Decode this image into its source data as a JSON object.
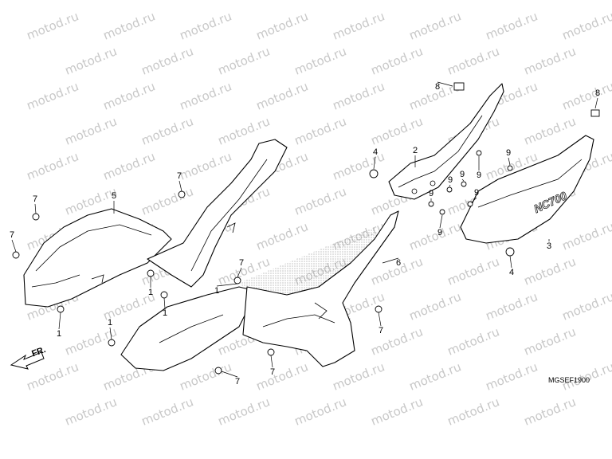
{
  "watermark": "motod.ru",
  "diagram_code": "MGSEF1900",
  "direction_label": "FR.",
  "badge_text": "NC700",
  "callouts": [
    {
      "n": "1"
    },
    {
      "n": "1"
    },
    {
      "n": "1"
    },
    {
      "n": "1"
    },
    {
      "n": "1"
    },
    {
      "n": "2"
    },
    {
      "n": "3"
    },
    {
      "n": "4"
    },
    {
      "n": "4"
    },
    {
      "n": "5"
    },
    {
      "n": "6"
    },
    {
      "n": "7"
    },
    {
      "n": "7"
    },
    {
      "n": "7"
    },
    {
      "n": "7"
    },
    {
      "n": "7"
    },
    {
      "n": "7"
    },
    {
      "n": "7"
    },
    {
      "n": "8"
    },
    {
      "n": "8"
    },
    {
      "n": "9"
    },
    {
      "n": "9"
    },
    {
      "n": "9"
    },
    {
      "n": "9"
    },
    {
      "n": "9"
    },
    {
      "n": "9"
    },
    {
      "n": "9"
    }
  ]
}
